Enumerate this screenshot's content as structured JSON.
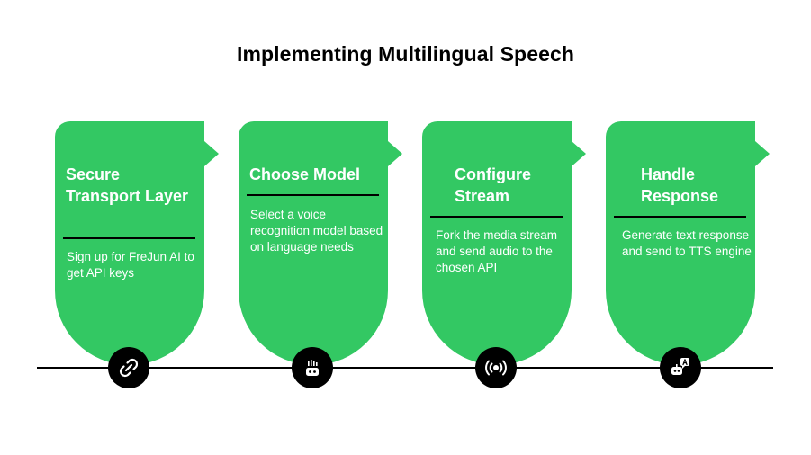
{
  "title": "Implementing Multilingual Speech",
  "colors": {
    "card": "#33c863",
    "node": "#000000",
    "line": "#000000",
    "text_on_card": "#ffffff"
  },
  "steps": [
    {
      "heading": "Secure Transport Layer",
      "description": "Sign up for FreJun AI to get API keys",
      "icon": "link-chain-icon"
    },
    {
      "heading": "Choose Model",
      "description": "Select a voice recognition model based on language needs",
      "icon": "robot-voice-icon"
    },
    {
      "heading": "Configure Stream",
      "description": "Fork the media stream and send audio to the chosen API",
      "icon": "broadcast-icon"
    },
    {
      "heading": "Handle Response",
      "description": "Generate text response and send to TTS engine",
      "icon": "robot-translate-icon"
    }
  ]
}
